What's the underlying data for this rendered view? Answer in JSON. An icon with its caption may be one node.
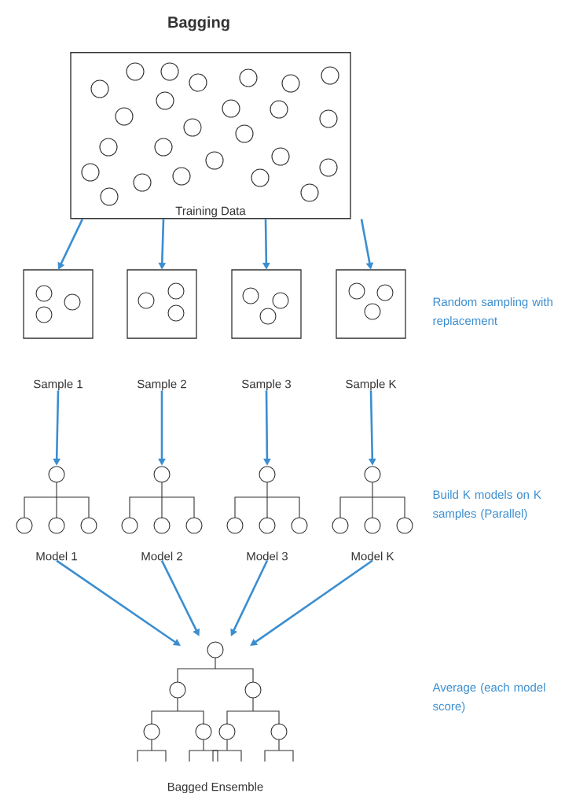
{
  "diagram": {
    "title": "Bagging",
    "nodes": [
      {
        "text": [
          "Training Data"
        ]
      },
      {
        "text": [
          "Sample 1"
        ]
      },
      {
        "text": [
          "Sample 2"
        ]
      },
      {
        "text": [
          "Sample 3"
        ]
      },
      {
        "text": [
          "Sample K"
        ]
      },
      {
        "text": [
          "Model 1"
        ]
      },
      {
        "text": [
          "Model 2"
        ]
      },
      {
        "text": [
          "Model 3"
        ]
      },
      {
        "text": [
          "Model K"
        ]
      },
      {
        "text": [
          "Bagged Ensemble"
        ]
      }
    ],
    "edges": [
      {
        "from": 0,
        "to": 1,
        "arrow": "to"
      },
      {
        "from": 0,
        "to": 2,
        "arrow": "to"
      },
      {
        "from": 0,
        "to": 3,
        "arrow": "to"
      },
      {
        "from": 0,
        "to": 4,
        "arrow": "to"
      },
      {
        "from": 1,
        "to": 5,
        "arrow": "to"
      },
      {
        "from": 2,
        "to": 6,
        "arrow": "to"
      },
      {
        "from": 3,
        "to": 7,
        "arrow": "to"
      },
      {
        "from": 4,
        "to": 8,
        "arrow": "to"
      },
      {
        "from": 5,
        "to": 9,
        "arrow": "to"
      },
      {
        "from": 6,
        "to": 9,
        "arrow": "to"
      },
      {
        "from": 7,
        "to": 9,
        "arrow": "to"
      },
      {
        "from": 8,
        "to": 9,
        "arrow": "to"
      }
    ],
    "labels": [
      "Random sampling with replacement",
      "Build K models on K samples (Parallel)",
      "Average (each model score)"
    ]
  }
}
